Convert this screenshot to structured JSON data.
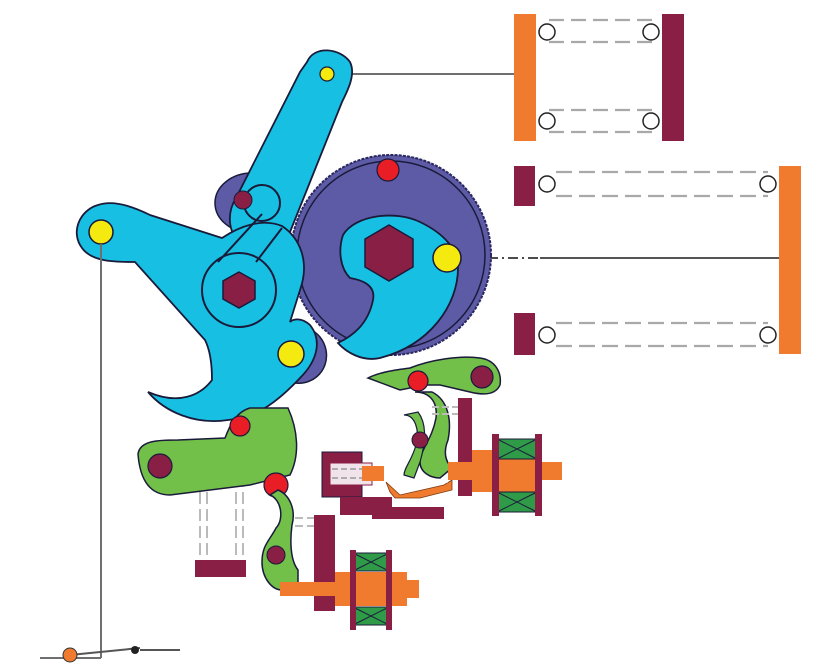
{
  "diagram": {
    "kind": "spring-operated circuit breaker mechanism",
    "palette": {
      "background": "#ffffff",
      "lever_cyan": "#17c0e2",
      "outline": "#1a1a3a",
      "cam_gear_purple": "#5d5aa6",
      "cam_gear_dark": "#3f3c86",
      "spring_plate_orange": "#f07a2e",
      "spring_plate_maroon": "#8a1f46",
      "pin_yellow": "#f5ea10",
      "pin_red": "#e81d25",
      "hex_nut_maroon": "#8a1f46",
      "latch_green": "#72c04a",
      "coil_green": "#2f9a47",
      "link_gray": "#6f6f6f",
      "dash_gray": "#a9a9a9"
    },
    "components": [
      "tall-cyan-lever",
      "main-cyan-lever-arm",
      "cam-gear-wheel",
      "opening-spring-assembly",
      "closing-spring-assembly",
      "upper-latch-and-coil",
      "lower-latch-and-coil",
      "output-contact-linkage"
    ]
  }
}
